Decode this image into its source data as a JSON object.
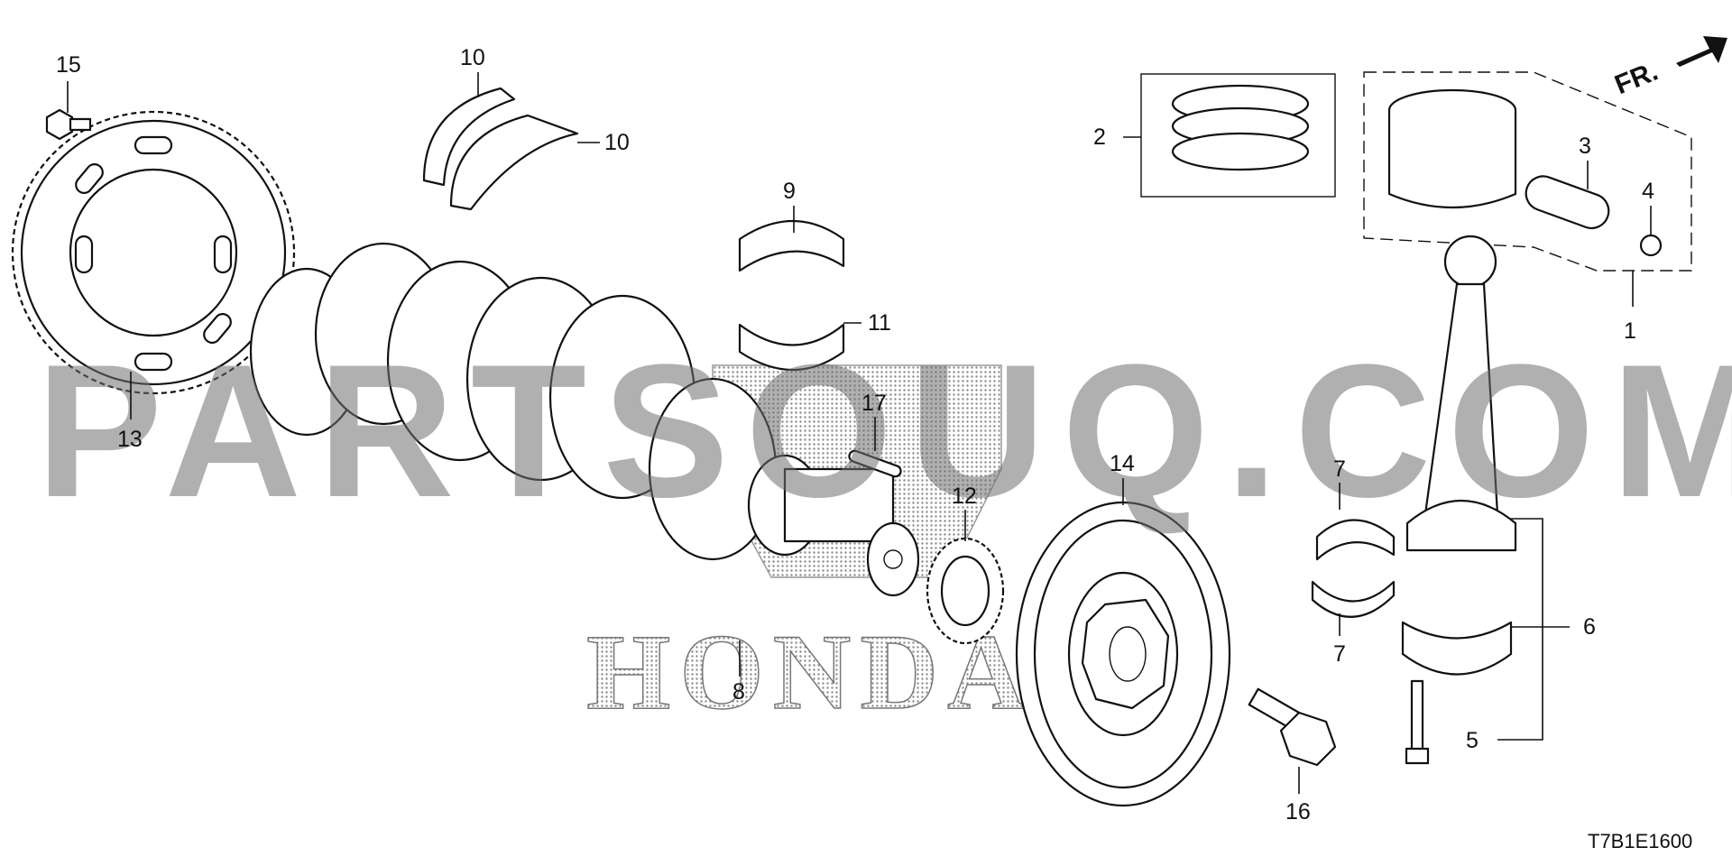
{
  "diagram": {
    "watermark": "PARTSOUQ.COM",
    "brand_watermark": "HONDA",
    "direction_label": "FR.",
    "diagram_code": "T7B1E1600",
    "callouts": {
      "c1": "1",
      "c2": "2",
      "c3": "3",
      "c4": "4",
      "c5": "5",
      "c6": "6",
      "c7a": "7",
      "c7b": "7",
      "c8": "8",
      "c9": "9",
      "c10a": "10",
      "c10b": "10",
      "c11": "11",
      "c12": "12",
      "c13": "13",
      "c14": "14",
      "c15": "15",
      "c16": "16",
      "c17": "17"
    }
  }
}
